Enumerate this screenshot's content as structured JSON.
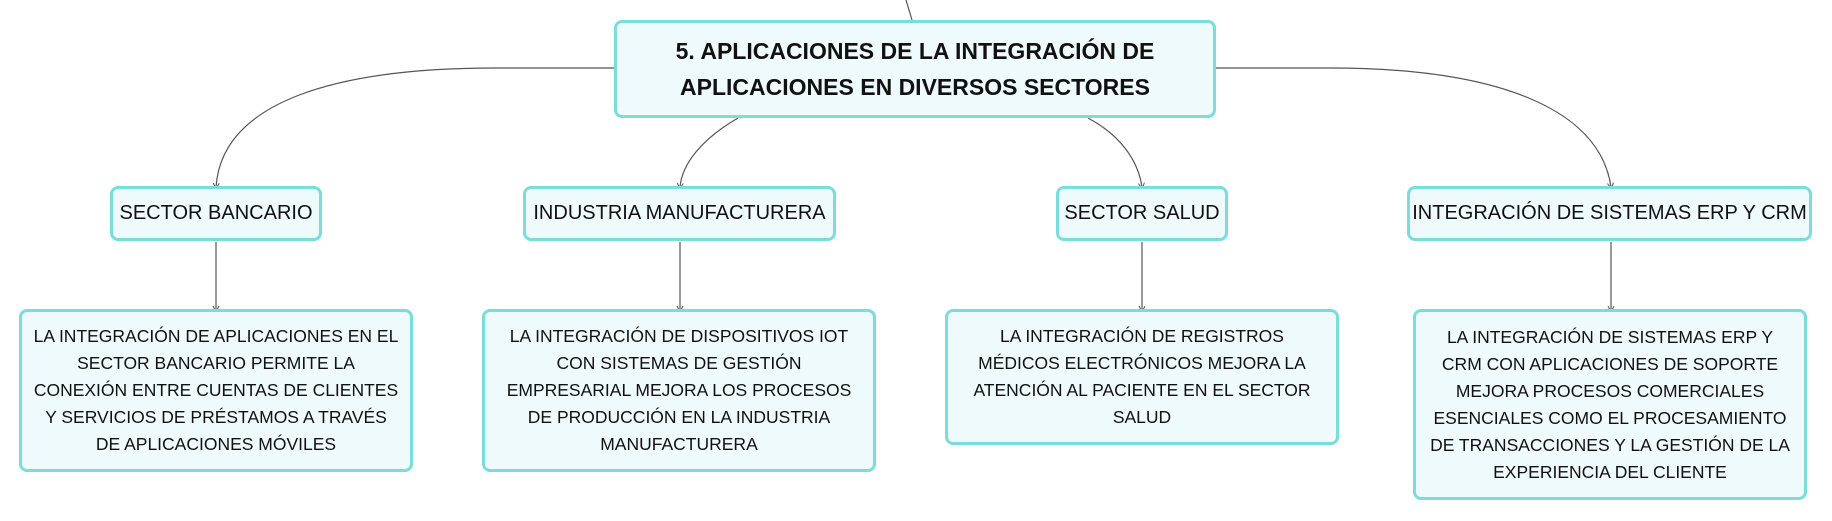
{
  "root": {
    "title": "5. APLICACIONES DE LA INTEGRACIÓN DE APLICACIONES EN DIVERSOS SECTORES"
  },
  "sectors": [
    {
      "label": "SECTOR BANCARIO",
      "description": "LA INTEGRACIÓN DE APLICACIONES EN EL SECTOR BANCARIO PERMITE LA CONEXIÓN ENTRE CUENTAS DE CLIENTES Y SERVICIOS DE PRÉSTAMOS A TRAVÉS DE APLICACIONES MÓVILES"
    },
    {
      "label": "INDUSTRIA MANUFACTURERA",
      "description": "LA INTEGRACIÓN DE DISPOSITIVOS IOT CON SISTEMAS DE GESTIÓN EMPRESARIAL MEJORA LOS PROCESOS DE PRODUCCIÓN EN LA INDUSTRIA MANUFACTURERA"
    },
    {
      "label": "SECTOR SALUD",
      "description": "LA INTEGRACIÓN DE REGISTROS MÉDICOS ELECTRÓNICOS MEJORA LA ATENCIÓN AL PACIENTE EN EL SECTOR SALUD"
    },
    {
      "label": "INTEGRACIÓN DE SISTEMAS ERP Y CRM",
      "description": "LA INTEGRACIÓN DE SISTEMAS ERP Y CRM CON APLICACIONES DE SOPORTE MEJORA PROCESOS COMERCIALES ESENCIALES COMO EL PROCESAMIENTO DE TRANSACCIONES Y LA GESTIÓN DE LA EXPERIENCIA DEL CLIENTE"
    }
  ],
  "colors": {
    "node_border": "#7bdcdc",
    "node_fill": "#eefafb",
    "connector": "#555555"
  }
}
